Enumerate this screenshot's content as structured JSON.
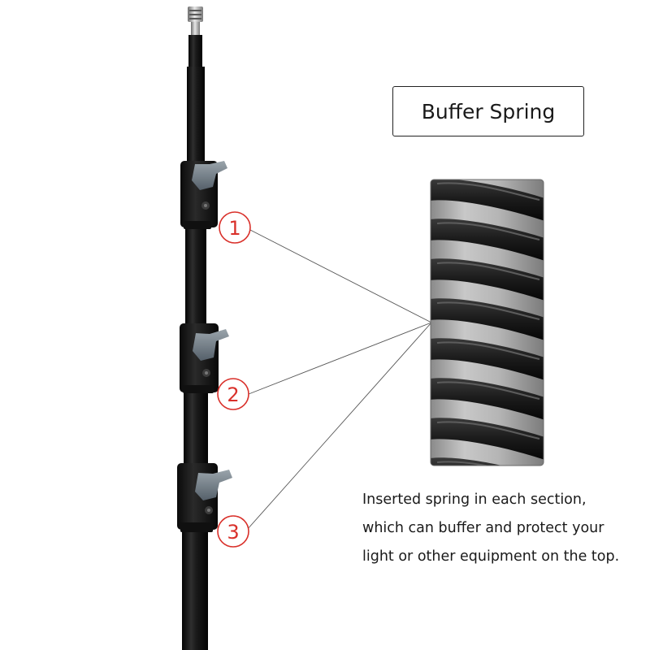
{
  "title": "Buffer Spring",
  "description": [
    "Inserted spring in each section,",
    "which can buffer and protect your",
    "light or other equipment on the top."
  ],
  "markers": [
    "1",
    "2",
    "3"
  ],
  "colors": {
    "marker_red": "#d9302a",
    "pole": "#161616",
    "knob": "#6f7b84",
    "callout_line": "#555555"
  }
}
